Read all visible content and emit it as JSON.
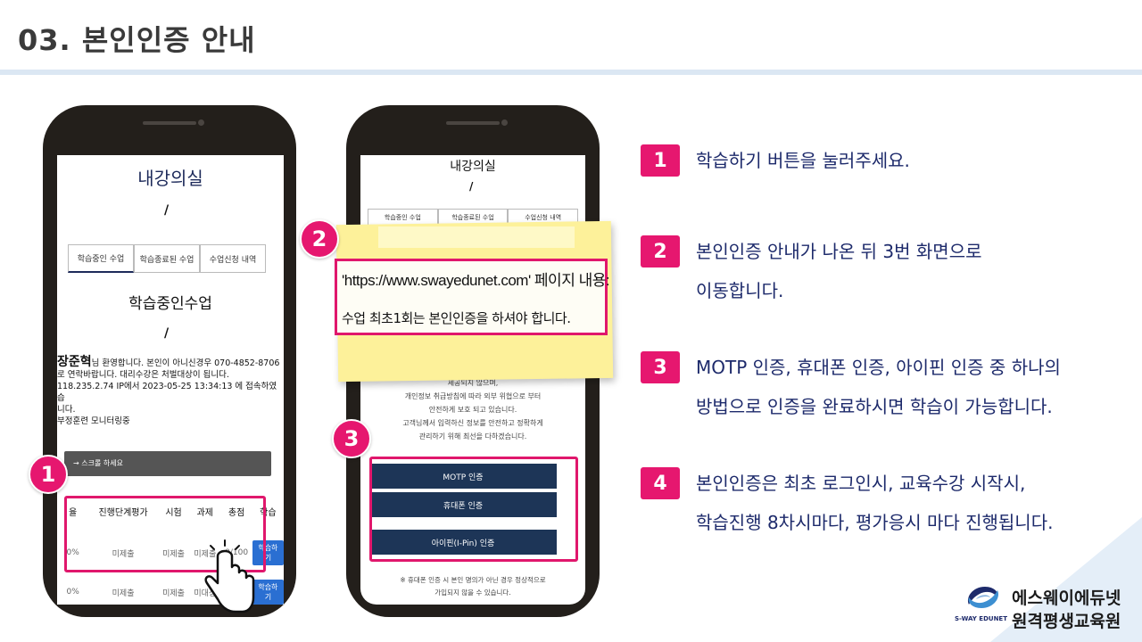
{
  "header": {
    "title": "03. 본인인증 안내"
  },
  "phone1": {
    "title": "내강의실",
    "slash": "/",
    "tabs": [
      "학습중인 수업",
      "학습종료된 수업",
      "수업신청 내역"
    ],
    "subtitle": "학습중인수업",
    "slash2": "/",
    "user_name": "장준혁",
    "info_line1": "님 환영합니다. 본인이 아니신경우 070-4852-8706",
    "info_line2": "로 연락바랍니다. 대리수강은 처벌대상이 됩니다.",
    "info_line3": "118.235.2.74 IP에서 2023-05-25 13:34:13 에 접속하였습",
    "info_line4": "니다.",
    "info_line5": "부정훈련 모니터링중",
    "scroll_hint": "→ 스크롤 하세요",
    "table_headers": [
      "율",
      "진행단계평가",
      "시험",
      "과제",
      "총점",
      "학습"
    ],
    "rows": [
      [
        "0%",
        "미제출",
        "미제출",
        "미제출",
        "0/100",
        "학습하기"
      ],
      [
        "0%",
        "미제출",
        "미제출",
        "미대상",
        "",
        "학습하기"
      ]
    ]
  },
  "phone2": {
    "title": "내강의실",
    "slash": "/",
    "tabs": [
      "학습중인 수업",
      "학습종료된 수업",
      "수업신청 내역"
    ],
    "body_lines": [
      "제공되지 않으며,",
      "개인정보 취급방침에 따라 외부 위협으로 부터",
      "안전하게 보호 되고 있습니다.",
      "고객님께서 입력하신 정보를 안전하고 정확하게",
      "관리하기 위해 최선을 다하겠습니다."
    ],
    "buttons": [
      "MOTP 인증",
      "휴대폰 인증",
      "아이핀(I-Pin) 인증"
    ],
    "foot_lines": [
      "※ 휴대폰 인증 시 본인 명의가 아닌 경우 정상적으로",
      "가입되지 않을 수 있습니다."
    ]
  },
  "popup": {
    "line1": "'https://www.swayedunet.com' 페이지 내용:",
    "line2": "수업 최초1회는 본인인증을 하셔야 합니다."
  },
  "badges": [
    "1",
    "2",
    "3"
  ],
  "steps": [
    {
      "num": "1",
      "lines": [
        "학습하기 버튼을 눌러주세요."
      ]
    },
    {
      "num": "2",
      "lines": [
        "본인인증 안내가 나온 뒤 3번 화면으로",
        "이동합니다."
      ]
    },
    {
      "num": "3",
      "lines": [
        "MOTP 인증, 휴대폰 인증, 아이핀 인증 중 하나의",
        "방법으로 인증을 완료하시면 학습이 가능합니다."
      ]
    },
    {
      "num": "4",
      "lines": [
        "본인인증은 최초 로그인시, 교육수강 시작시,",
        "학습진행 8차시마다, 평가응시 마다 진행됩니다."
      ]
    }
  ],
  "logo": {
    "line1": "에스웨이에듀넷",
    "line2": "원격평생교육원",
    "sub": "S-WAY EDUNET"
  },
  "colors": {
    "accent": "#e6176f",
    "navy": "#1d2a6b",
    "button": "#1d3557"
  }
}
